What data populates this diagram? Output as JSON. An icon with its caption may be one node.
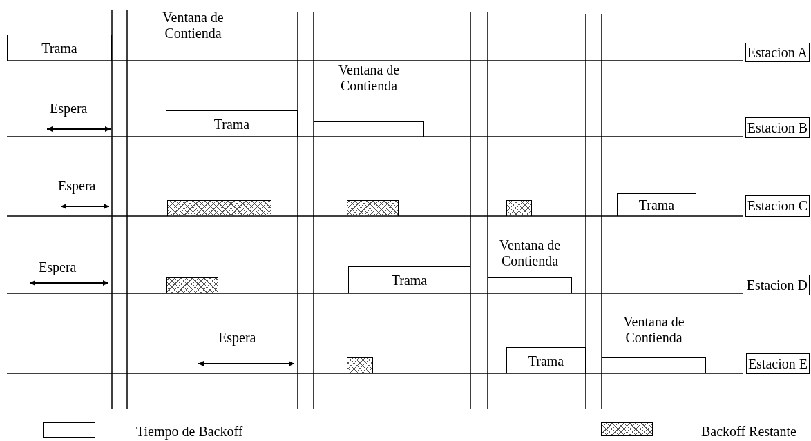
{
  "diagram": {
    "nodes": [
      {
        "text": [
          "Trama"
        ]
      },
      {
        "text": [
          "Ventana de Contienda"
        ]
      },
      {
        "text": [
          "Estacion A"
        ]
      },
      {
        "text": [
          "Trama"
        ]
      },
      {
        "text": [
          "Ventana de Contienda"
        ]
      },
      {
        "text": [
          "Estacion B"
        ]
      },
      {
        "text": [],
        "shape": "box"
      },
      {
        "text": [],
        "shape": "box"
      },
      {
        "text": [],
        "shape": "box"
      },
      {
        "text": [
          "Trama"
        ]
      },
      {
        "text": [
          "Estacion C"
        ]
      },
      {
        "text": [],
        "shape": "box"
      },
      {
        "text": [
          "Trama"
        ]
      },
      {
        "text": [
          "Ventana de Contienda"
        ]
      },
      {
        "text": [
          "Estacion D"
        ]
      },
      {
        "text": [],
        "shape": "box"
      },
      {
        "text": [
          "Trama"
        ]
      },
      {
        "text": [
          "Ventana de Contienda"
        ]
      },
      {
        "text": [
          "Estacion E"
        ]
      }
    ],
    "labels": [
      "Espera",
      "Espera",
      "Espera",
      "Espera"
    ],
    "legend": [
      {
        "text": "Tiempo de Backoff"
      },
      {
        "text": "Backoff Restante"
      }
    ]
  }
}
